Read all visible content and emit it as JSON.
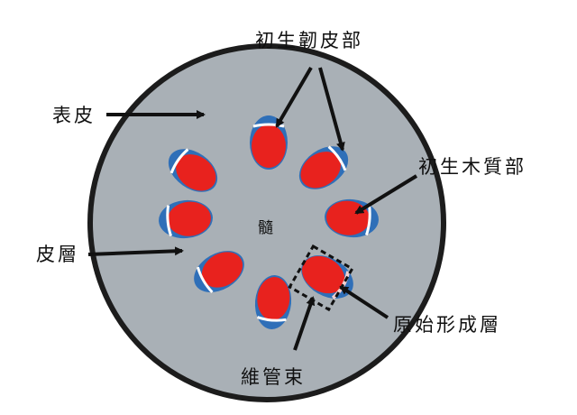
{
  "title": "",
  "labels": {
    "primary_phloem": "初生韌皮部",
    "epidermis": "表皮",
    "primary_xylem": "初生木質部",
    "cortex": "皮層",
    "pith": "髓",
    "procambium": "原始形成層",
    "vascular_bundle": "維管束"
  },
  "colors": {
    "stem_fill": "#a9b0b6",
    "stem_outline": "#1c1c1c",
    "phloem": "#e8221e",
    "xylem": "#2f6fb8",
    "procambium": "#ffffff",
    "arrow": "#111111"
  },
  "bundle_count": 8
}
